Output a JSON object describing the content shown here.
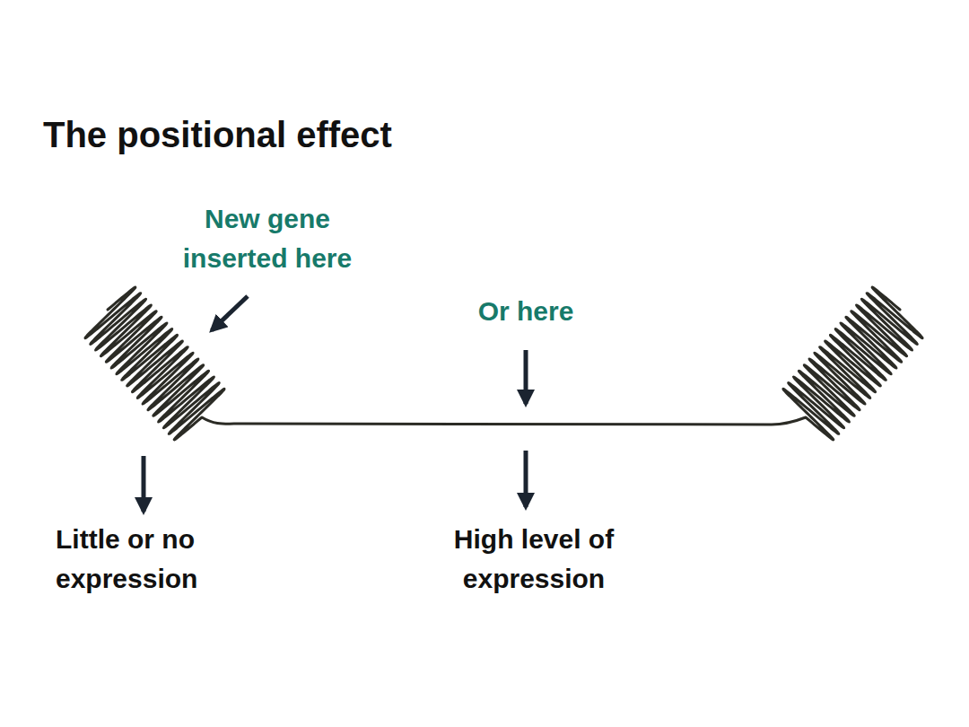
{
  "diagram": {
    "title": "The positional effect",
    "labels": [
      "New gene inserted here",
      "Or here",
      "Little or no expression",
      "High level of expression"
    ]
  }
}
